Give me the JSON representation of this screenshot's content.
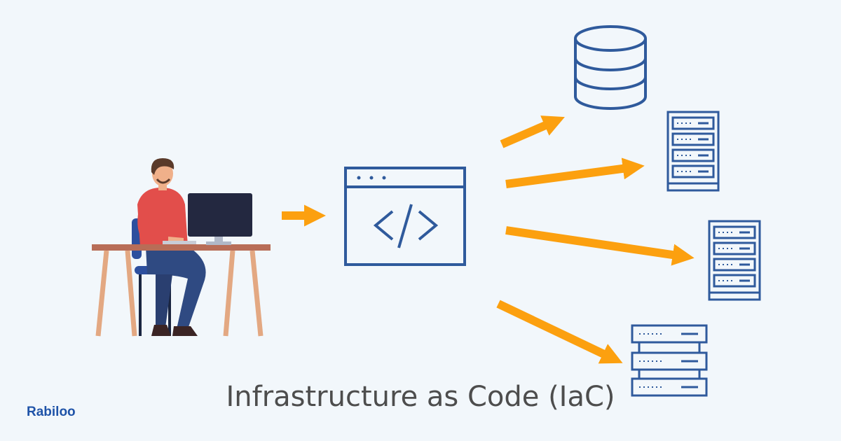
{
  "title": "Infrastructure as Code (IaC)",
  "brand": "Rabiloo",
  "colors": {
    "background": "#f2f7fb",
    "icon_stroke": "#2f5a9c",
    "arrow": "#fca00f",
    "caption_text": "#4d4d4d",
    "brand": "#1f53a8"
  },
  "nodes": [
    {
      "id": "developer",
      "icon": "developer-at-desk-illustration"
    },
    {
      "id": "code-window",
      "icon": "code-window-icon"
    },
    {
      "id": "database",
      "icon": "database-icon"
    },
    {
      "id": "server-1",
      "icon": "server-rack-icon"
    },
    {
      "id": "server-2",
      "icon": "server-rack-icon"
    },
    {
      "id": "server-stack",
      "icon": "server-stack-icon"
    }
  ],
  "edges": [
    {
      "from": "developer",
      "to": "code-window"
    },
    {
      "from": "code-window",
      "to": "database"
    },
    {
      "from": "code-window",
      "to": "server-1"
    },
    {
      "from": "code-window",
      "to": "server-2"
    },
    {
      "from": "code-window",
      "to": "server-stack"
    }
  ]
}
